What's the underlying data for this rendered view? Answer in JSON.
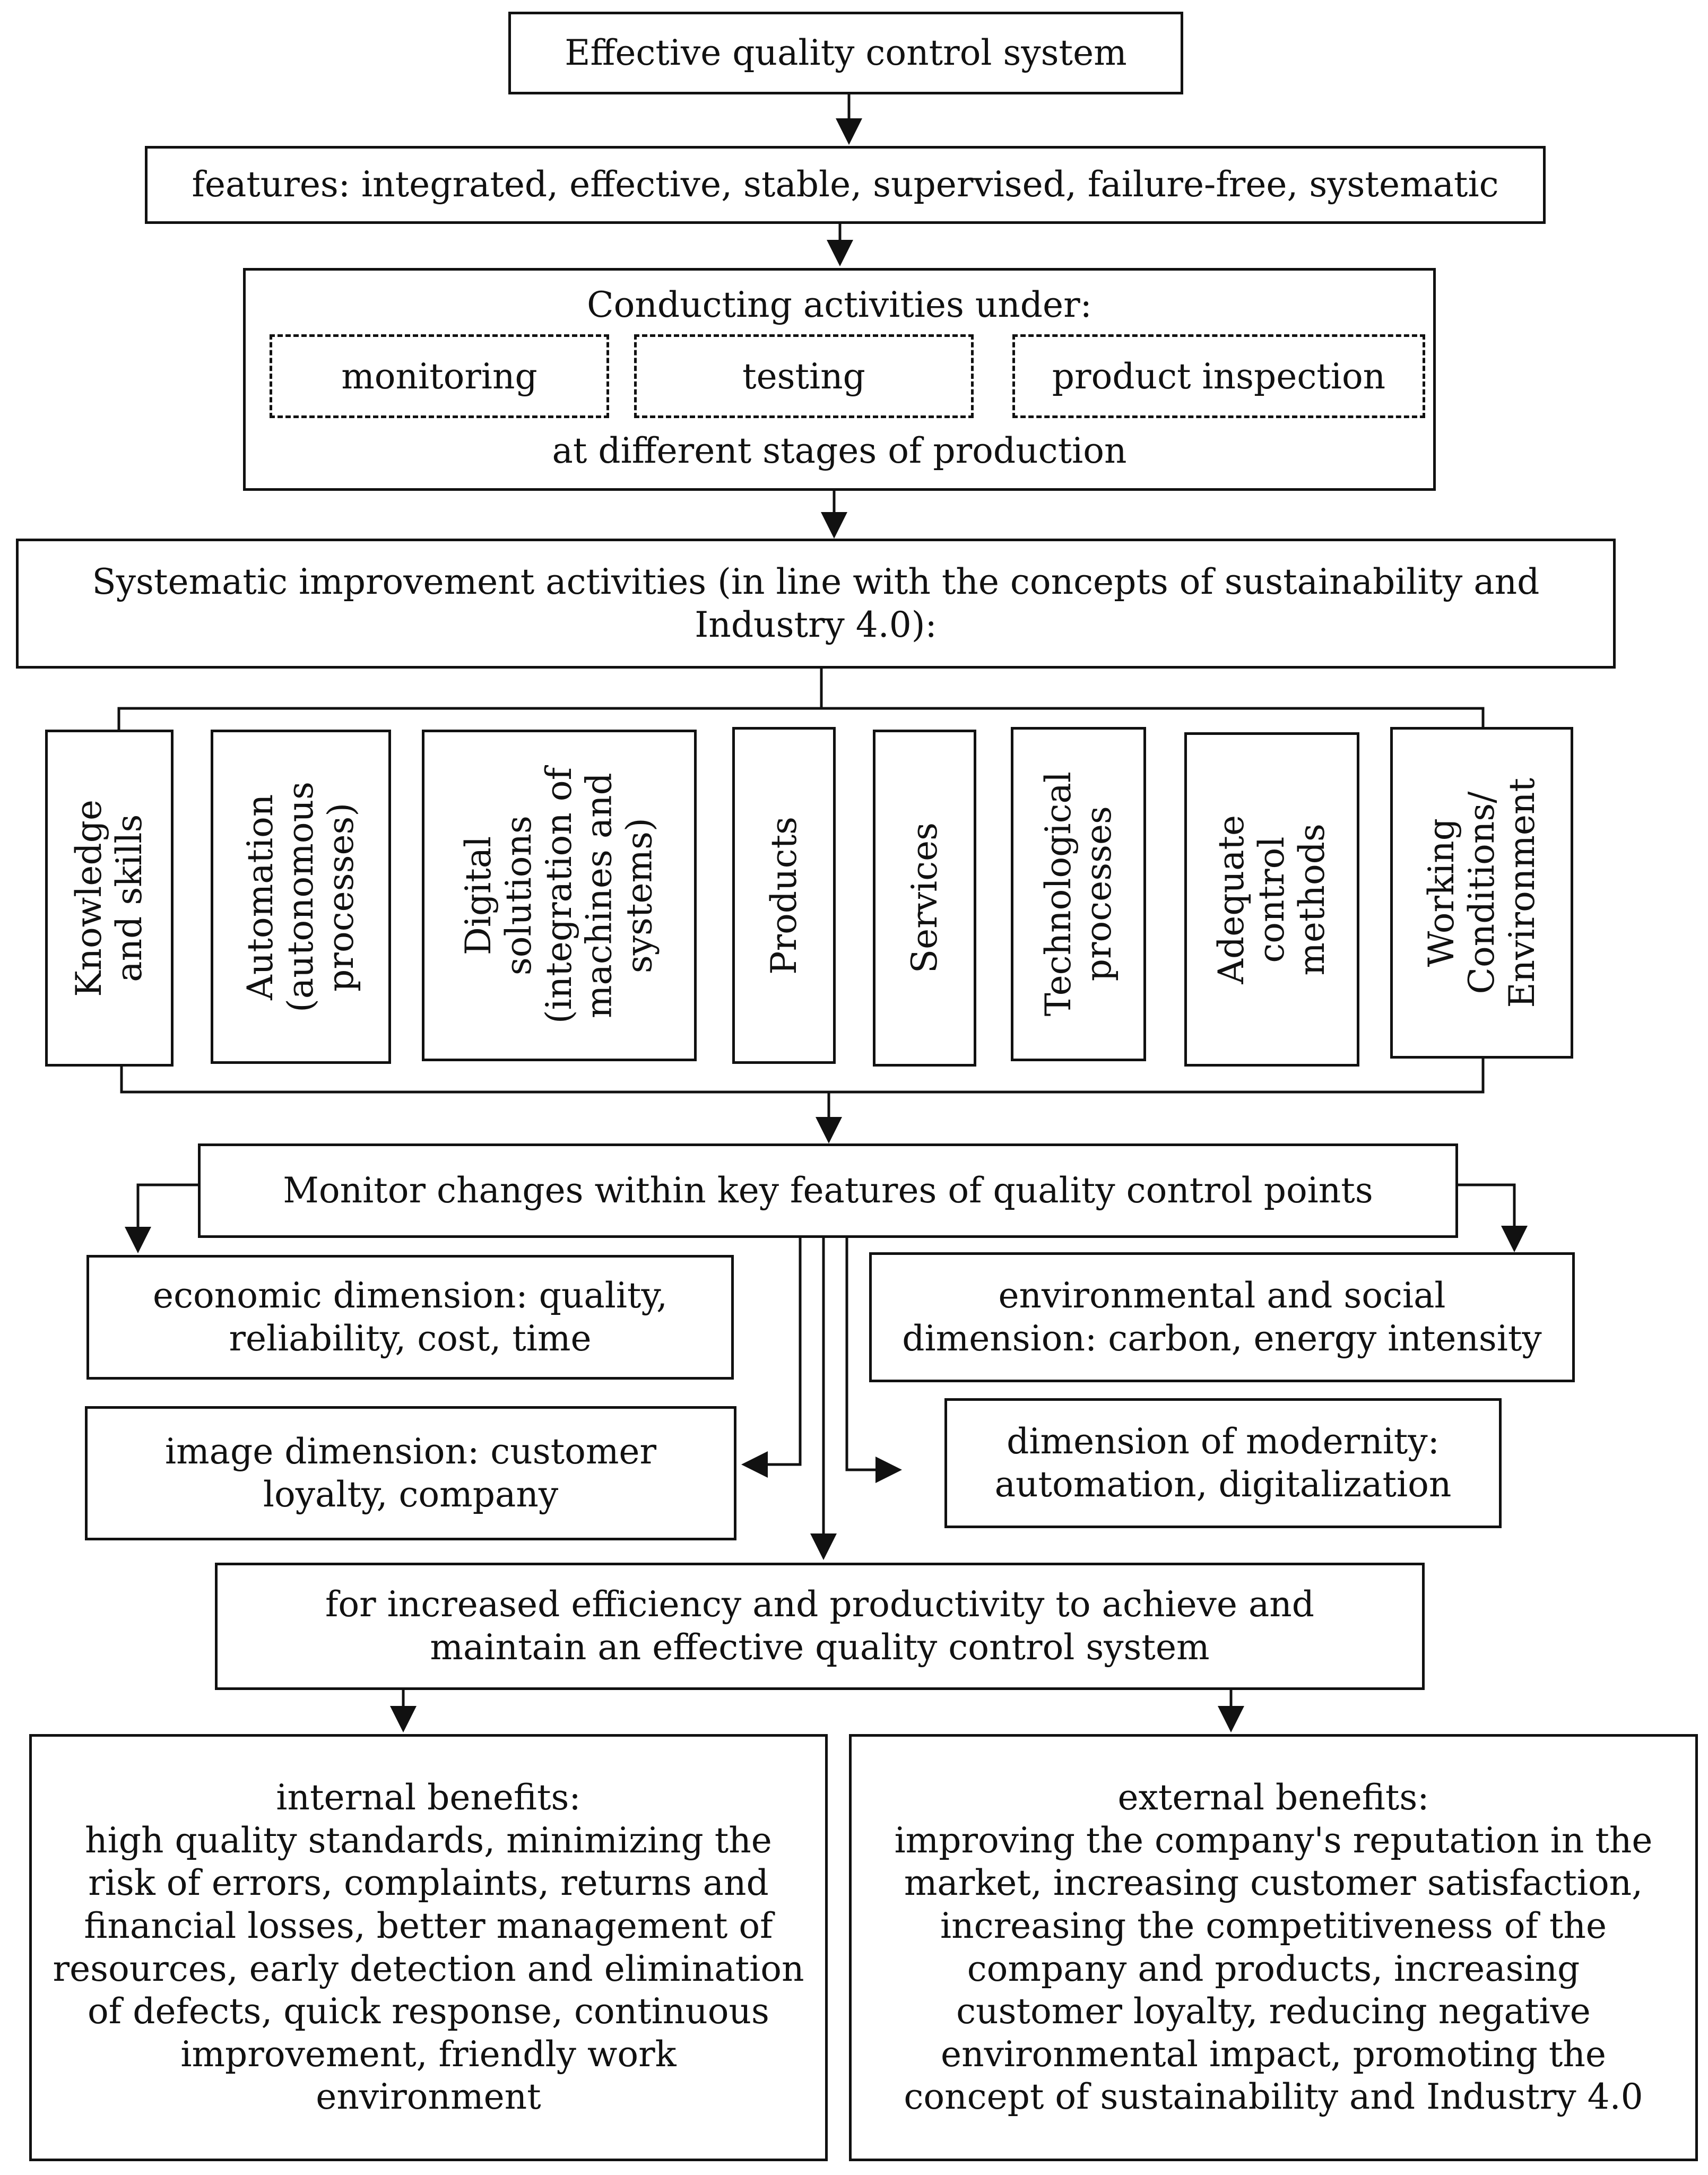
{
  "top": {
    "title": "Effective quality control system"
  },
  "features": {
    "text": "features: integrated, effective, stable, supervised, failure-free, systematic"
  },
  "activities": {
    "header": "Conducting activities under:",
    "items": [
      "monitoring",
      "testing",
      "product inspection"
    ],
    "footer": "at different stages of production"
  },
  "improvement": {
    "lines": [
      "Systematic improvement activities (in line with the concepts of sustainability and",
      "Industry 4.0):"
    ]
  },
  "areas": [
    {
      "lines": [
        "Knowledge",
        "and skills"
      ]
    },
    {
      "lines": [
        "Automation",
        "(autonomous",
        "processes)"
      ]
    },
    {
      "lines": [
        "Digital",
        "solutions",
        "(integration of",
        "machines and",
        "systems)"
      ]
    },
    {
      "lines": [
        "Products"
      ]
    },
    {
      "lines": [
        "Services"
      ]
    },
    {
      "lines": [
        "Technological",
        "processes"
      ]
    },
    {
      "lines": [
        "Adequate",
        "control",
        "methods"
      ]
    },
    {
      "lines": [
        "Working",
        "Conditions/",
        "Environment"
      ]
    }
  ],
  "monitor": {
    "text": "Monitor changes within key features of quality control points"
  },
  "dimensions": {
    "economic": {
      "lines": [
        "economic dimension: quality,",
        "reliability, cost, time"
      ]
    },
    "environmental": {
      "lines": [
        "environmental and social",
        "dimension: carbon, energy intensity"
      ]
    },
    "image": {
      "lines": [
        "image dimension: customer",
        "loyalty, company"
      ]
    },
    "modernity": {
      "lines": [
        "dimension of modernity:",
        "automation, digitalization"
      ]
    }
  },
  "efficiency": {
    "lines": [
      "for increased efficiency and productivity to achieve and",
      "maintain an effective quality control system"
    ]
  },
  "internal": {
    "title": "internal benefits:",
    "lines": [
      "high quality standards, minimizing the",
      "risk of errors, complaints, returns and",
      "financial losses, better management of",
      "resources, early detection and elimination",
      "of defects, quick response, continuous",
      "improvement, friendly work",
      "environment"
    ]
  },
  "external": {
    "title": "external benefits:",
    "lines": [
      "improving the company's reputation in the",
      "market, increasing customer satisfaction,",
      "increasing the competitiveness of the",
      "company and products, increasing",
      "customer loyalty, reducing negative",
      "environmental impact, promoting the",
      "concept of sustainability and Industry 4.0"
    ]
  }
}
